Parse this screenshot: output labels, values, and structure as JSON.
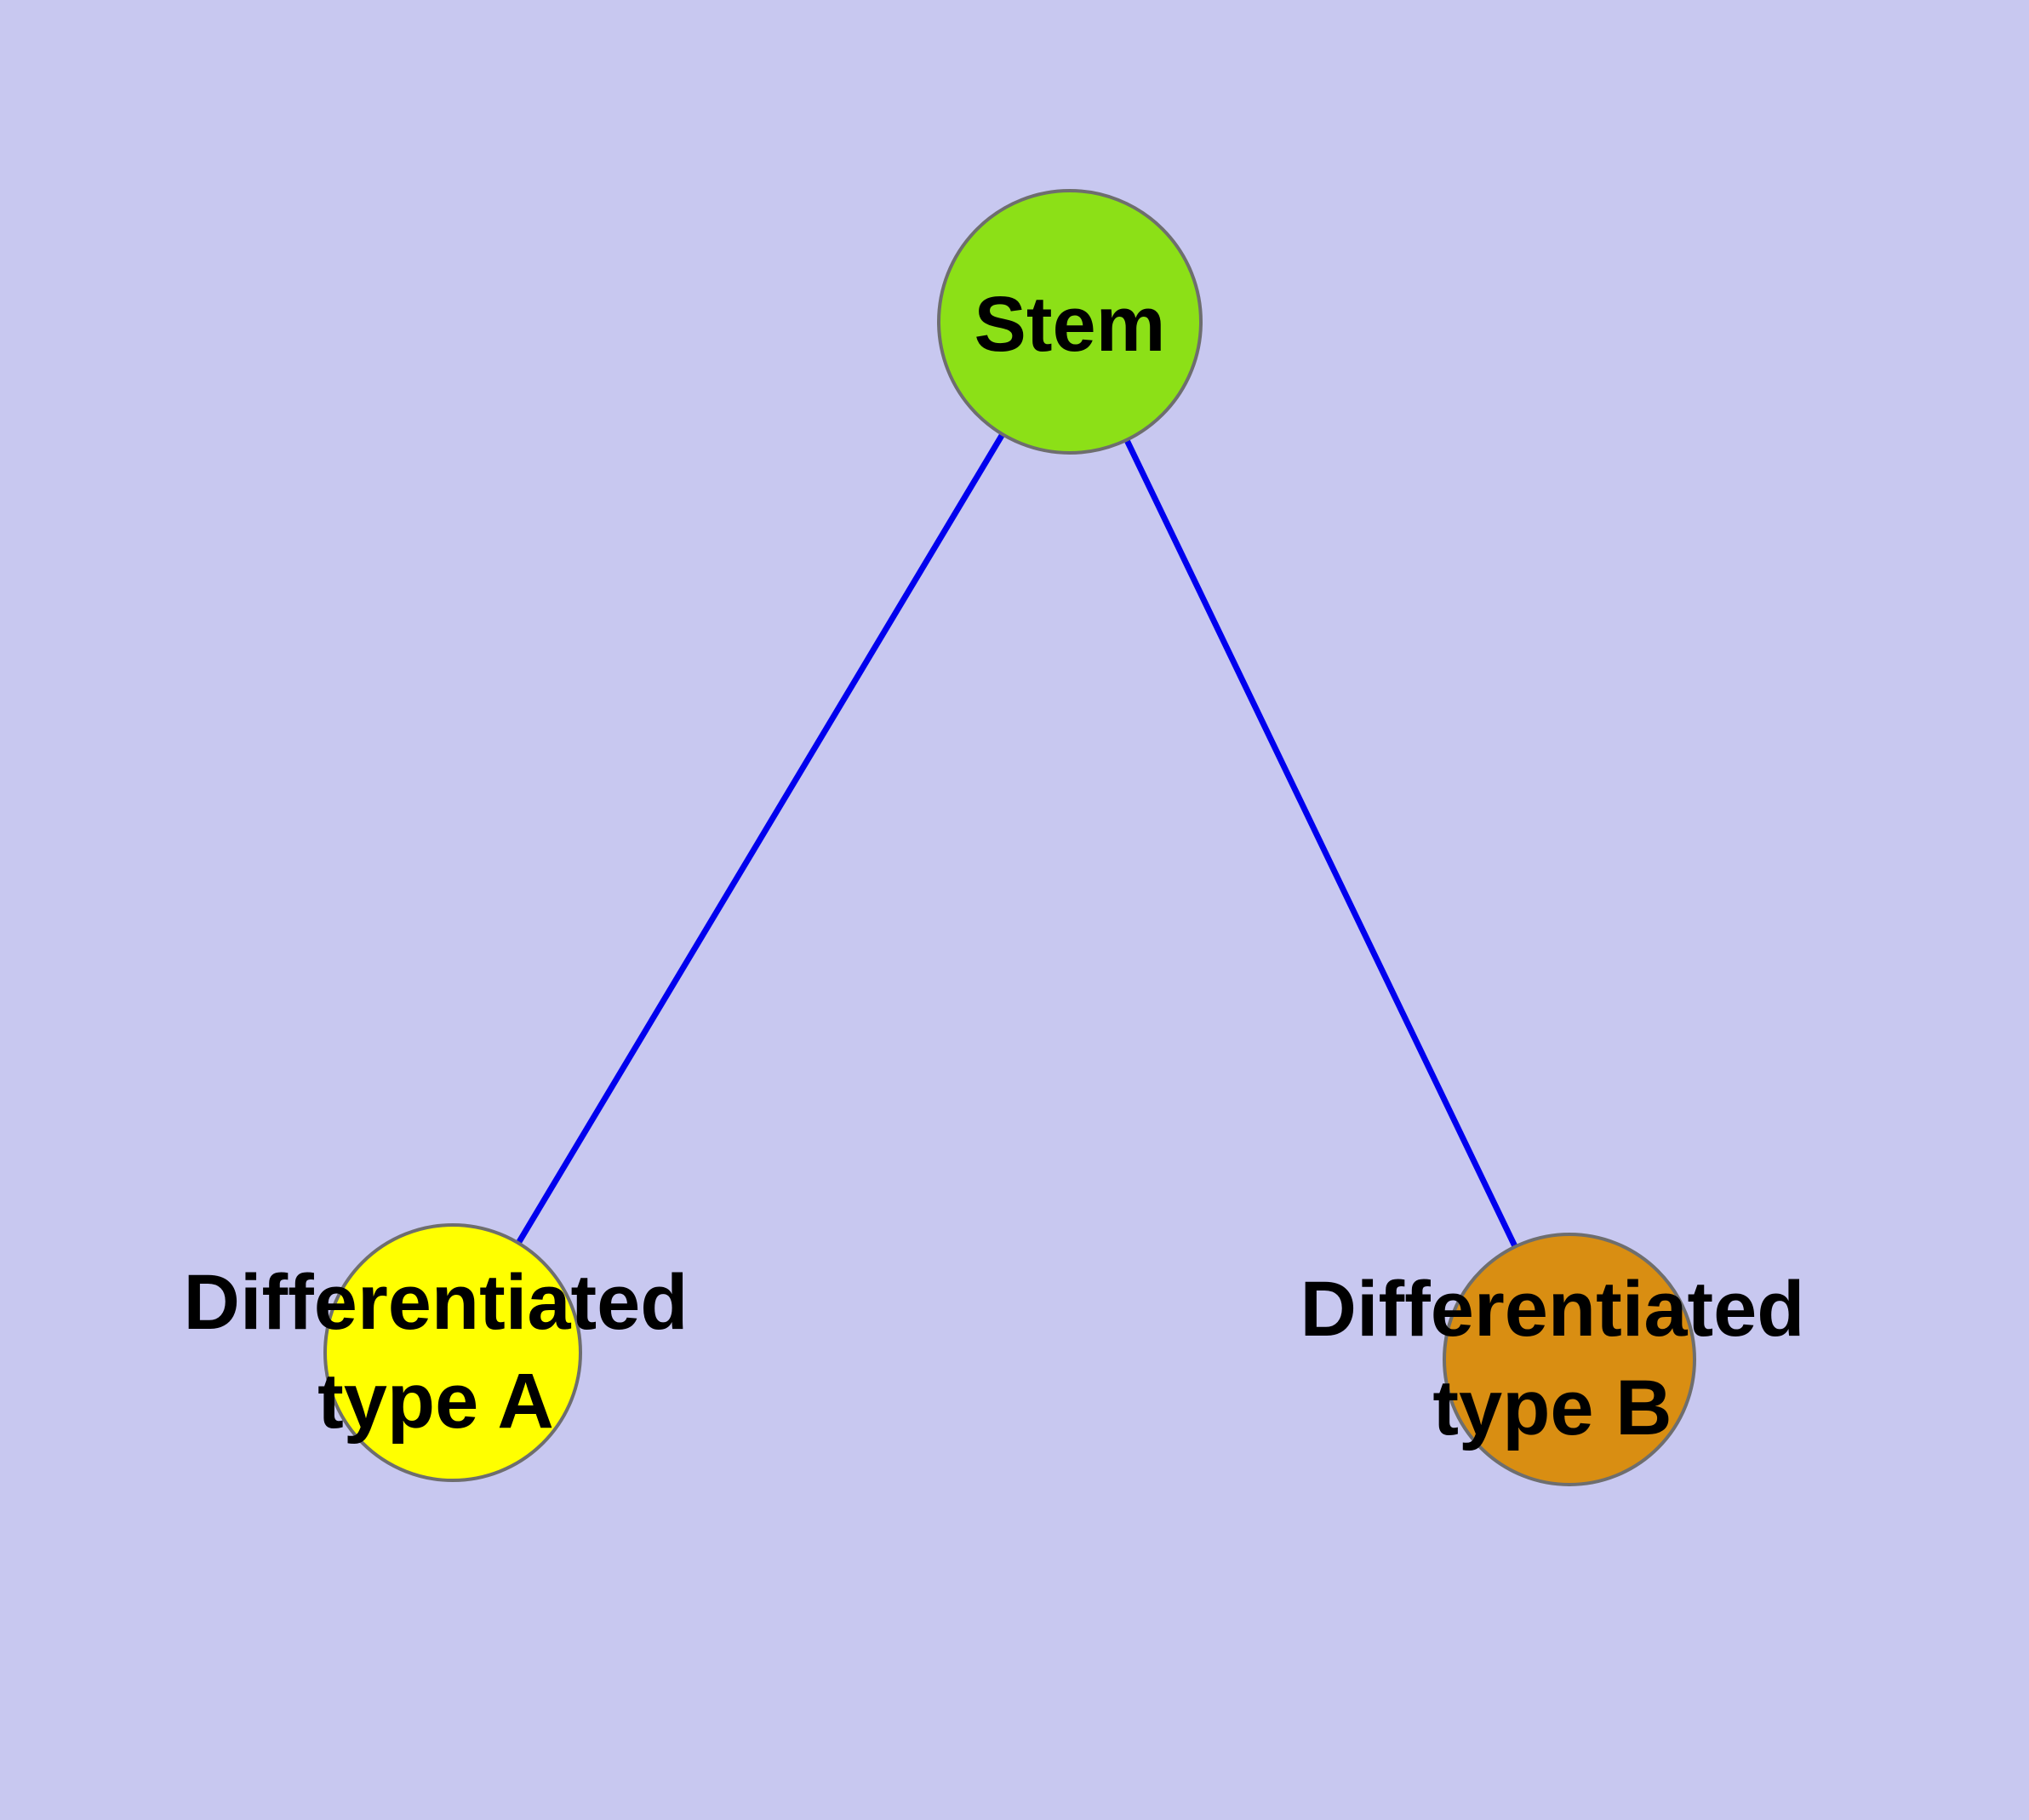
{
  "diagram": {
    "background_color": "#c8c8f0",
    "edge_color": "#0000ee",
    "node_border_color": "#6e6e6e",
    "nodes": [
      {
        "id": "stem",
        "label": "Stem",
        "color": "#8ce017"
      },
      {
        "id": "type-a",
        "label": "Differentiated\ntype A",
        "color": "#ffff00"
      },
      {
        "id": "type-b",
        "label": "Differentiated\ntype B",
        "color": "#d98e12"
      }
    ],
    "edges": [
      {
        "from": "stem",
        "to": "type-a"
      },
      {
        "from": "stem",
        "to": "type-b"
      }
    ]
  }
}
